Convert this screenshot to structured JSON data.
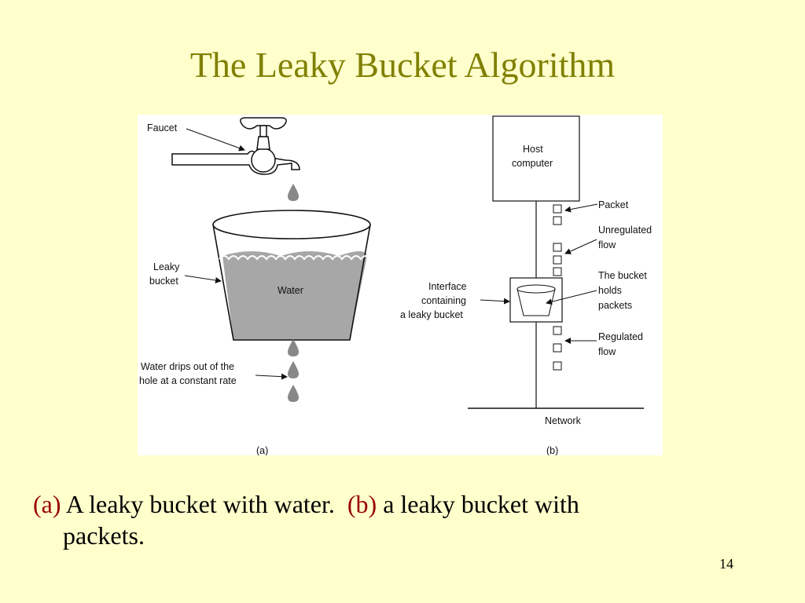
{
  "slide": {
    "title": "The Leaky Bucket Algorithm",
    "page_number": "14"
  },
  "diagram": {
    "a": {
      "faucet": "Faucet",
      "leaky_1": "Leaky",
      "leaky_2": "bucket",
      "water": "Water",
      "drips_1": "Water drips out of the",
      "drips_2": "hole at a constant rate",
      "label": "(a)"
    },
    "b": {
      "host_1": "Host",
      "host_2": "computer",
      "packet": "Packet",
      "unreg_1": "Unregulated",
      "unreg_2": "flow",
      "holds_1": "The bucket",
      "holds_2": "holds",
      "holds_3": "packets",
      "iface_1": "Interface",
      "iface_2": "containing",
      "iface_3": "a leaky bucket",
      "reg_1": "Regulated",
      "reg_2": "flow",
      "network": "Network",
      "label": "(b)"
    }
  },
  "caption": {
    "a_tag": "(a)",
    "a_text": "A leaky bucket with water.",
    "b_tag": "(b)",
    "b_text": "a leaky bucket with",
    "b_text_2": "packets."
  }
}
